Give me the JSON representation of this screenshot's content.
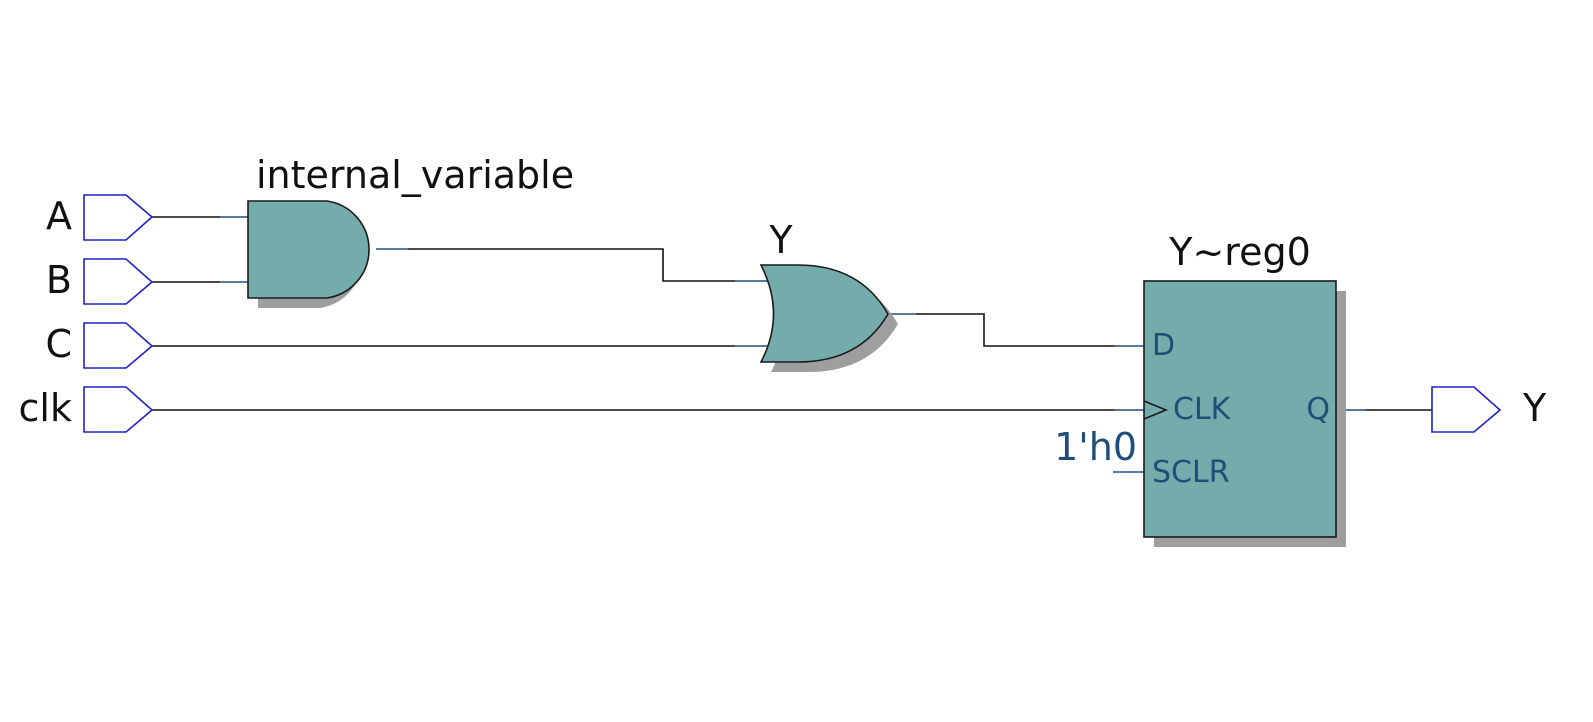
{
  "colors": {
    "background": "#ffffff",
    "gate_fill": "#74abab",
    "gate_stroke": "#1a1a1a",
    "shadow": "#9e9e9e",
    "wire": "#111111",
    "port_stroke": "#1f22c8",
    "pin_wire": "#1f4f80",
    "pin_text": "#1d4f7a",
    "label_text": "#111111"
  },
  "ports": {
    "inputs": [
      {
        "id": "A",
        "label": "A"
      },
      {
        "id": "B",
        "label": "B"
      },
      {
        "id": "C",
        "label": "C"
      },
      {
        "id": "clk",
        "label": "clk"
      }
    ],
    "outputs": [
      {
        "id": "Y",
        "label": "Y"
      }
    ]
  },
  "gates": {
    "and_gate": {
      "type": "AND",
      "label": "internal_variable"
    },
    "or_gate": {
      "type": "OR",
      "label": "Y"
    }
  },
  "register": {
    "label": "Y~reg0",
    "pins": {
      "d": "D",
      "clk": "CLK",
      "sclr": "SCLR",
      "q": "Q"
    },
    "sclr_constant": "1'h0"
  }
}
